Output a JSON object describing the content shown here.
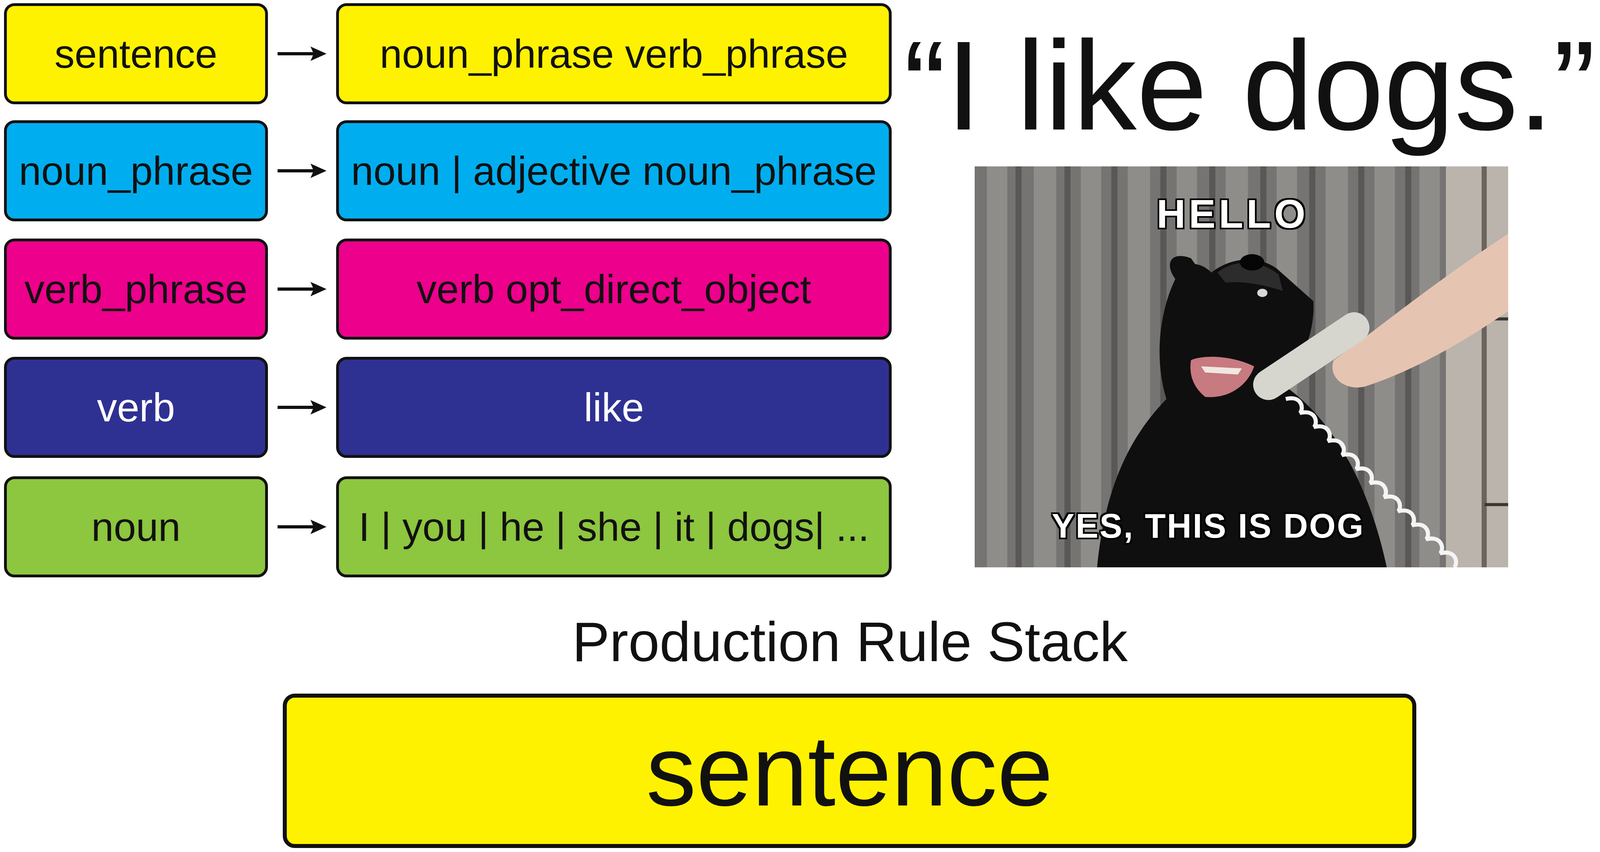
{
  "diagram": {
    "nodes": [
      {
        "text": [
          "sentence"
        ]
      },
      {
        "text": [
          "noun_phrase verb_phrase"
        ]
      },
      {
        "text": [
          "noun_phrase"
        ]
      },
      {
        "text": [
          "noun | adjective noun_phrase"
        ]
      },
      {
        "text": [
          "verb_phrase"
        ]
      },
      {
        "text": [
          "verb opt_direct_object"
        ]
      },
      {
        "text": [
          "verb"
        ]
      },
      {
        "text": [
          "like"
        ]
      },
      {
        "text": [
          "noun"
        ]
      },
      {
        "text": [
          "I | you | he | she | it | dogs| ..."
        ]
      },
      {
        "text": [
          "sentence"
        ]
      }
    ],
    "edges": [
      {
        "from": 0,
        "to": 1,
        "arrow": "to"
      },
      {
        "from": 2,
        "to": 3,
        "arrow": "to"
      },
      {
        "from": 4,
        "to": 5,
        "arrow": "to"
      },
      {
        "from": 6,
        "to": 7,
        "arrow": "to"
      },
      {
        "from": 8,
        "to": 9,
        "arrow": "to"
      }
    ],
    "labels": [
      "“I like dogs.”",
      "HELLO",
      "YES, THIS IS DOG",
      "Production Rule Stack"
    ]
  }
}
